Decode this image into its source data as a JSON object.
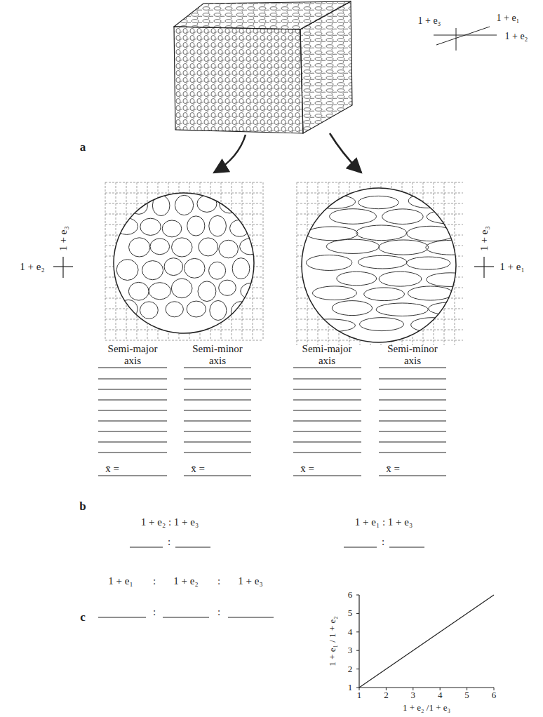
{
  "diagram": {
    "labels": [
      "1 + e₃",
      "1 + e₁",
      "1 + e₂",
      "a",
      "1 + e₂",
      "1 + e₃",
      "1 + e₃",
      "1 + e₁",
      "Semi-major axis",
      "Semi-minor axis",
      "x̄ =",
      "x̄ =",
      "Semi-major axis",
      "Semi-minor axis",
      "x̄ =",
      "x̄ =",
      "b",
      "1 + e₂ : 1 + e₃",
      ":",
      "1 + e₁ : 1 + e₃",
      ":",
      "c",
      "1 + e₁",
      ":",
      "1 + e₂",
      ":",
      "1 + e₃",
      ":",
      ":",
      "6",
      "5",
      "4",
      "3",
      "2",
      "1",
      "1",
      "2",
      "3",
      "4",
      "5",
      "6",
      "1 + e₁ / 1 + e₂",
      "1 + e₂ /1 + e₃"
    ]
  }
}
